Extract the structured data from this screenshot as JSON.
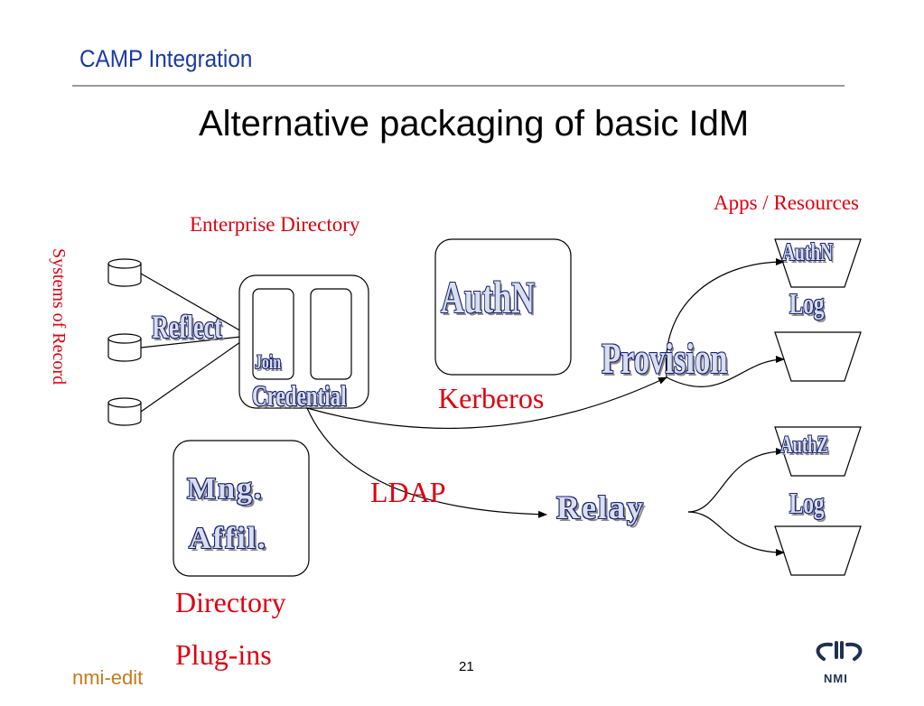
{
  "header": {
    "section_title": "CAMP Integration"
  },
  "slide": {
    "title": "Alternative packaging of basic IdM"
  },
  "labels": {
    "systems_of_record": "Systems of Record",
    "enterprise_directory": "Enterprise Directory",
    "apps_resources": "Apps / Resources",
    "kerberos": "Kerberos",
    "ldap": "LDAP",
    "directory": "Directory",
    "plug_ins": "Plug-ins"
  },
  "wordart": {
    "reflect": "Reflect",
    "join": "Join",
    "credential": "Credential",
    "authn_big": "AuthN",
    "provision": "Provision",
    "mng": "Mng.",
    "affil": "Affil.",
    "relay": "Relay",
    "authn_app": "AuthN",
    "log_top": "Log",
    "authz": "AuthZ",
    "log_bottom": "Log"
  },
  "footer": {
    "left": "nmi-edit",
    "page_number": "21",
    "logo_text": "NMI"
  },
  "colors": {
    "header_blue": "#1a3aa6",
    "label_red": "#e0000f",
    "footer_orange": "#c77a1a",
    "wordart_fill": "#d8dff0",
    "wordart_outline": "#1a2070"
  }
}
